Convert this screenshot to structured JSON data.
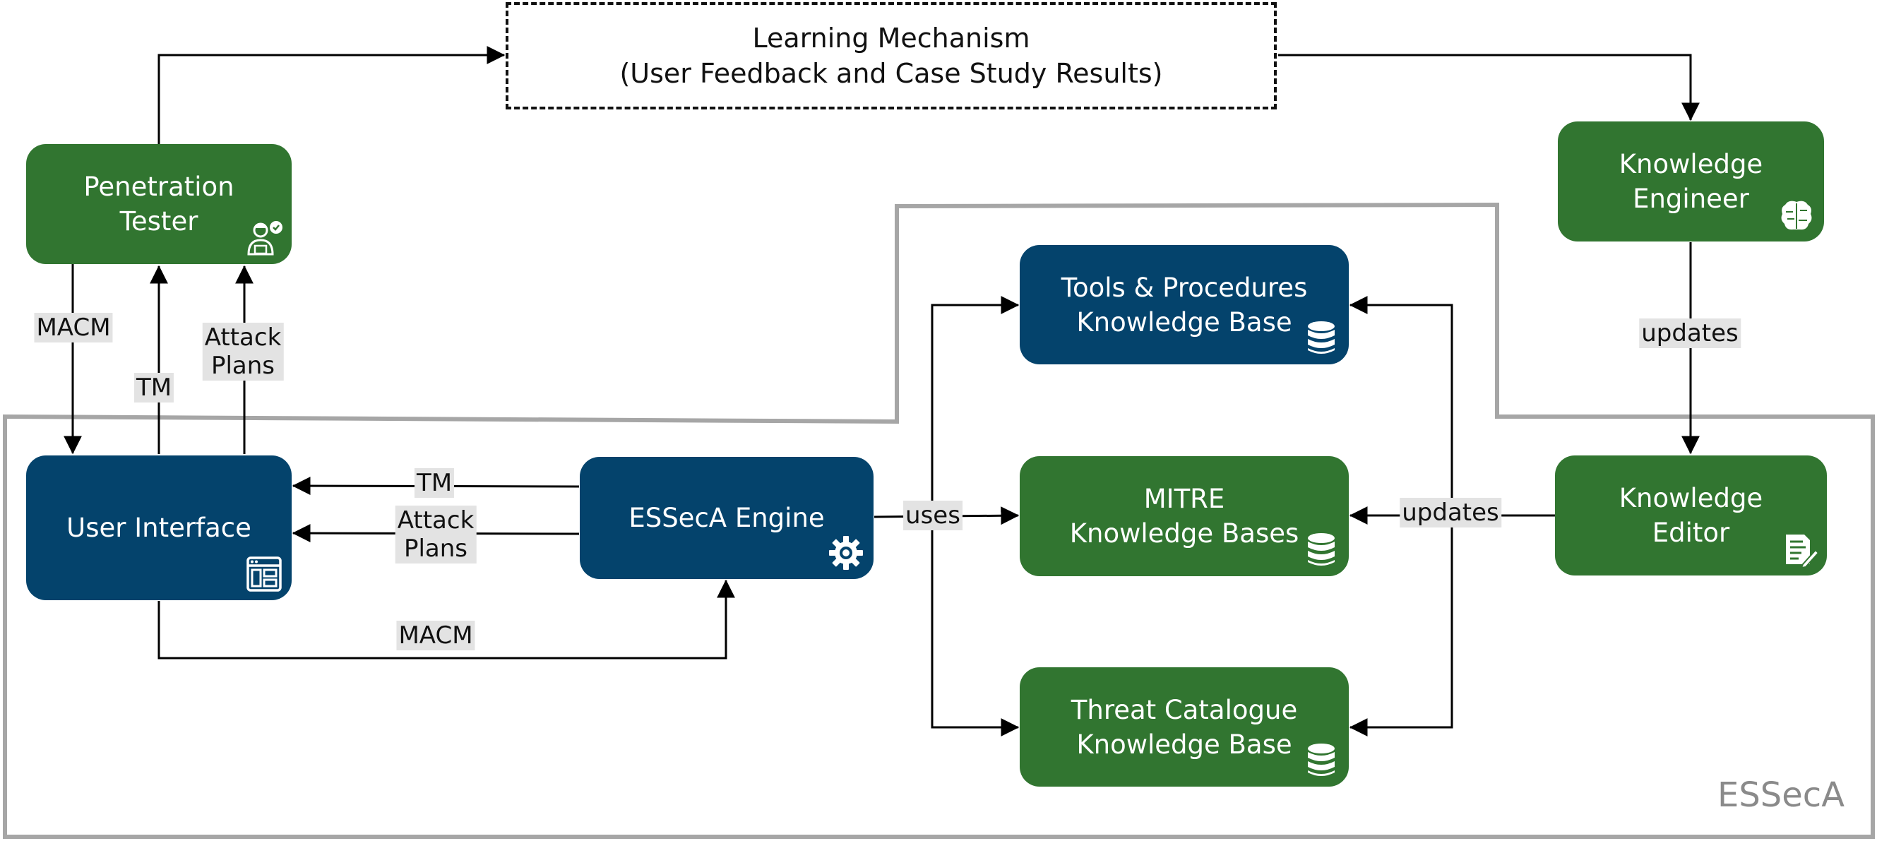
{
  "diagram": {
    "system_label": "ESSecA",
    "learning": {
      "line1": "Learning Mechanism",
      "line2": "(User Feedback and Case Study Results)"
    },
    "nodes": {
      "pentester": {
        "line1": "Penetration",
        "line2": "Tester",
        "icon": "user-check-icon"
      },
      "ke": {
        "line1": "Knowledge",
        "line2": "Engineer",
        "icon": "brain-circuit-icon"
      },
      "ui": {
        "line1": "User Interface",
        "icon": "browser-window-icon"
      },
      "engine": {
        "line1": "ESSecA Engine",
        "icon": "gear-icon"
      },
      "tools": {
        "line1": "Tools & Procedures",
        "line2": "Knowledge Base",
        "icon": "database-icon"
      },
      "mitre": {
        "line1": "MITRE",
        "line2": "Knowledge Bases",
        "icon": "database-icon"
      },
      "threat": {
        "line1": "Threat Catalogue",
        "line2": "Knowledge Base",
        "icon": "database-icon"
      },
      "kedit": {
        "line1": "Knowledge",
        "line2": "Editor",
        "icon": "document-edit-icon"
      }
    },
    "edges": {
      "macm_left": "MACM",
      "tm_left": "TM",
      "attack_left": {
        "line1": "Attack",
        "line2": "Plans"
      },
      "tm_mid": "TM",
      "attack_mid": {
        "line1": "Attack",
        "line2": "Plans"
      },
      "macm_bottom": "MACM",
      "uses": "uses",
      "updates_right": "updates",
      "updates_top": "updates"
    },
    "colors": {
      "green": "#317530",
      "blue": "#04436c",
      "boundary": "#a6a6a6",
      "label_bg": "#e3e3e3"
    }
  }
}
